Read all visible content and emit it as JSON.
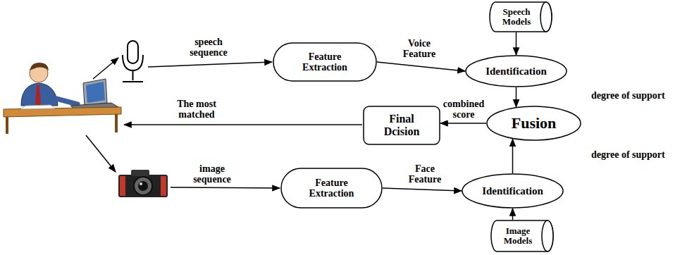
{
  "diagram": {
    "nodes": [
      {
        "text": [
          "Speech Models"
        ]
      },
      {
        "text": [
          "Feature Extraction"
        ]
      },
      {
        "text": [
          "Identification"
        ]
      },
      {
        "text": [
          "Final Dcision"
        ]
      },
      {
        "text": [
          "Fusion"
        ]
      },
      {
        "text": [
          "Feature Extraction"
        ]
      },
      {
        "text": [
          "Identification"
        ]
      },
      {
        "text": [
          "Image Models"
        ]
      }
    ],
    "edges": [
      {
        "from": 0,
        "to": 2,
        "arrow": "to"
      },
      {
        "from": 1,
        "to": 2,
        "label": "Voice Feature",
        "arrow": "to"
      },
      {
        "from": 2,
        "to": 4,
        "label": "degree of support",
        "arrow": "to"
      },
      {
        "from": 4,
        "to": 3,
        "label": "combined score",
        "arrow": "to"
      },
      {
        "from": 5,
        "to": 6,
        "label": "Face Feature",
        "arrow": "to"
      },
      {
        "from": 6,
        "to": 4,
        "label": "degree of support",
        "arrow": "to"
      },
      {
        "from": 7,
        "to": 6,
        "arrow": "to"
      }
    ],
    "labels": [
      "speech sequence",
      "image sequence",
      "The most matched"
    ]
  }
}
